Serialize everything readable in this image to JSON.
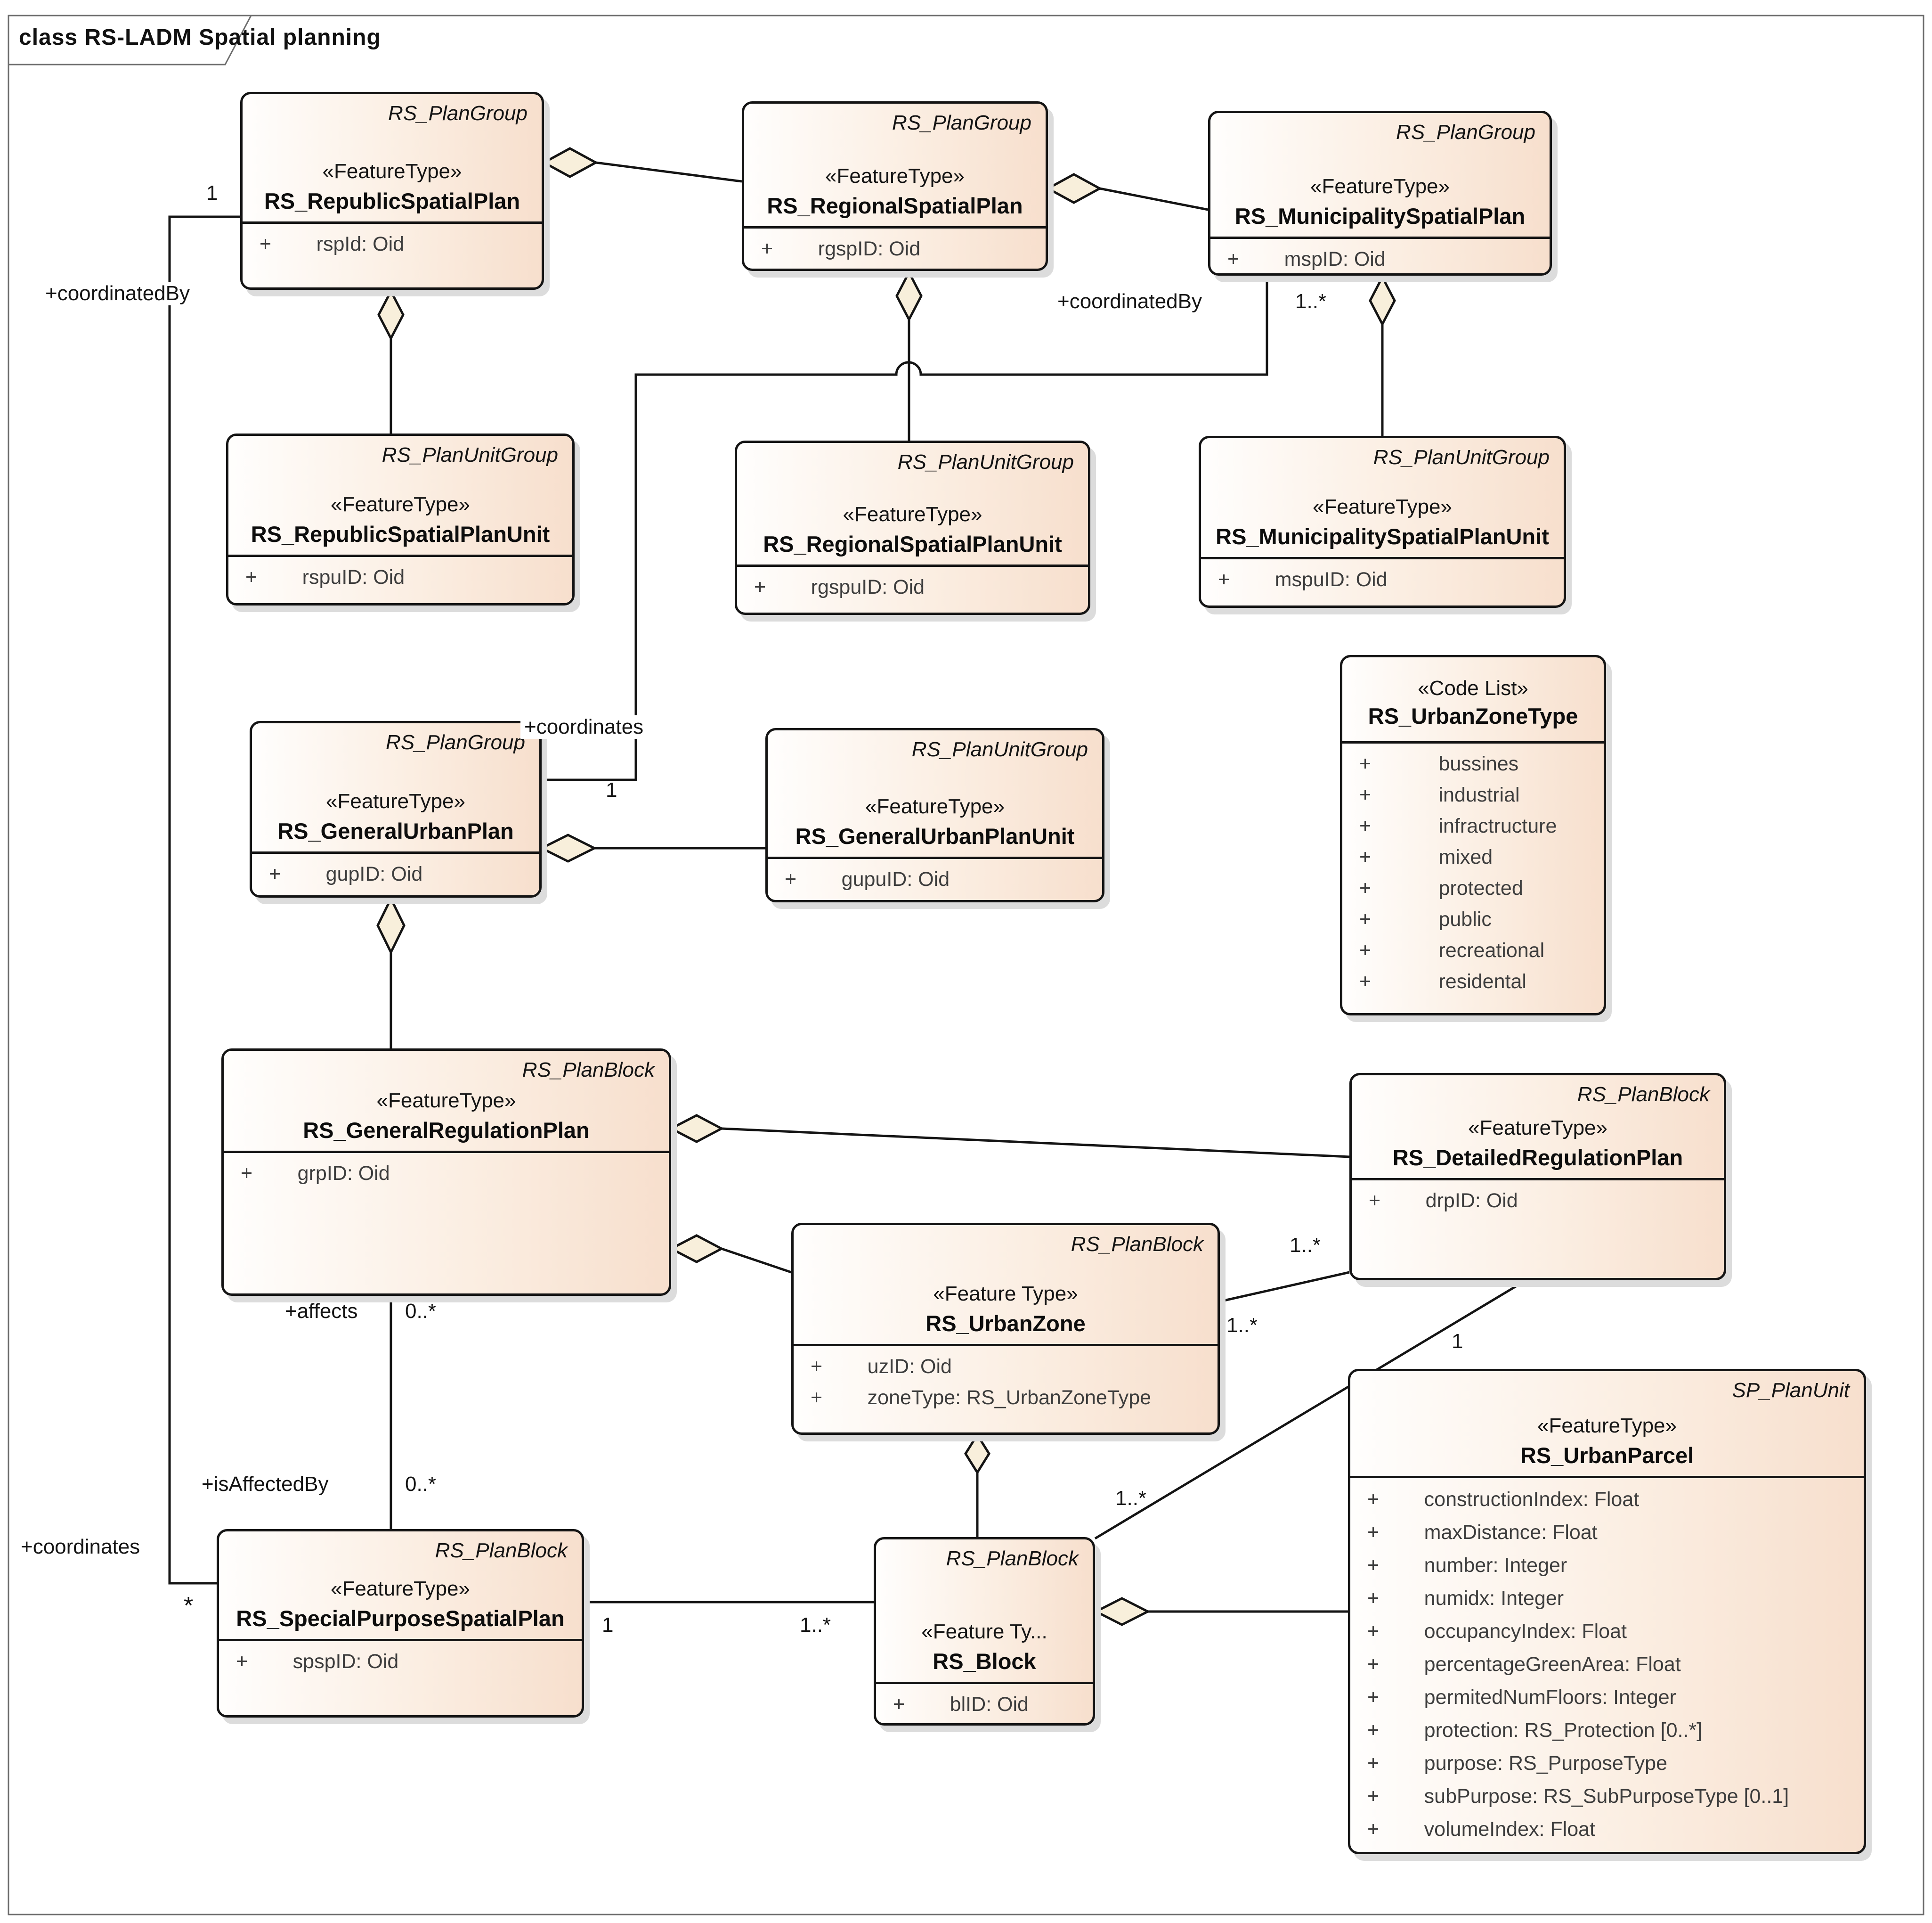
{
  "frame": {
    "title": "class RS-LADM Spatial planning"
  },
  "classes": [
    {
      "tagline": "RS_PlanGroup",
      "stereotype": "«FeatureType»",
      "name": "RS_RepublicSpatialPlan",
      "attributes": [
        "+        rspId: Oid"
      ]
    },
    {
      "tagline": "RS_PlanGroup",
      "stereotype": "«FeatureType»",
      "name": "RS_RegionalSpatialPlan",
      "attributes": [
        "+        rgspID: Oid"
      ]
    },
    {
      "tagline": "RS_PlanGroup",
      "stereotype": "«FeatureType»",
      "name": "RS_MunicipalitySpatialPlan",
      "attributes": [
        "+        mspID: Oid"
      ]
    },
    {
      "tagline": "RS_PlanUnitGroup",
      "stereotype": "«FeatureType»",
      "name": "RS_RepublicSpatialPlanUnit",
      "attributes": [
        "+        rspuID: Oid"
      ]
    },
    {
      "tagline": "RS_PlanUnitGroup",
      "stereotype": "«FeatureType»",
      "name": "RS_RegionalSpatialPlanUnit",
      "attributes": [
        "+        rgspuID: Oid"
      ]
    },
    {
      "tagline": "RS_PlanUnitGroup",
      "stereotype": "«FeatureType»",
      "name": "RS_MunicipalitySpatialPlanUnit",
      "attributes": [
        "+        mspuID: Oid"
      ]
    },
    {
      "stereotype": "«Code List»",
      "name": "RS_UrbanZoneType",
      "attributes": [
        "+            bussines",
        "+            industrial",
        "+            infractructure",
        "+            mixed",
        "+            protected",
        "+            public",
        "+            recreational",
        "+            residental"
      ]
    },
    {
      "tagline": "RS_PlanGroup",
      "stereotype": "«FeatureType»",
      "name": "RS_GeneralUrbanPlan",
      "attributes": [
        "+        gupID: Oid"
      ]
    },
    {
      "tagline": "RS_PlanUnitGroup",
      "stereotype": "«FeatureType»",
      "name": "RS_GeneralUrbanPlanUnit",
      "attributes": [
        "+        gupuID: Oid"
      ]
    },
    {
      "tagline": "RS_PlanBlock",
      "stereotype": "«FeatureType»",
      "name": "RS_GeneralRegulationPlan",
      "attributes": [
        "+        grpID: Oid"
      ]
    },
    {
      "tagline": "RS_PlanBlock",
      "stereotype": "«FeatureType»",
      "name": "RS_DetailedRegulationPlan",
      "attributes": [
        "+        drpID: Oid"
      ]
    },
    {
      "tagline": "RS_PlanBlock",
      "stereotype": "«Feature Type»",
      "name": "RS_UrbanZone",
      "attributes": [
        "+        uzID: Oid",
        "+        zoneType: RS_UrbanZoneType"
      ]
    },
    {
      "tagline": "SP_PlanUnit",
      "stereotype": "«FeatureType»",
      "name": "RS_UrbanParcel",
      "attributes": [
        "+        constructionIndex: Float",
        "+        maxDistance: Float",
        "+        number: Integer",
        "+        numidx: Integer",
        "+        occupancyIndex: Float",
        "+        percentageGreenArea: Float",
        "+        permitedNumFloors: Integer",
        "+        protection: RS_Protection [0..*]",
        "+        purpose: RS_PurposeType",
        "+        subPurpose: RS_SubPurposeType [0..1]",
        "+        volumeIndex: Float"
      ]
    },
    {
      "tagline": "RS_PlanBlock",
      "stereotype": "«FeatureType»",
      "name": "RS_SpecialPurposeSpatialPlan",
      "attributes": [
        "+        spspID: Oid"
      ]
    },
    {
      "tagline": "RS_PlanBlock",
      "stereotype": "«Feature Ty...",
      "name": "RS_Block",
      "attributes": [
        "+        blID: Oid"
      ]
    }
  ],
  "labels": [
    {
      "text": "+coordinatedBy"
    },
    {
      "text": "1"
    },
    {
      "text": "+coordinatedBy"
    },
    {
      "text": "1..*"
    },
    {
      "text": "+coordinates"
    },
    {
      "text": "1"
    },
    {
      "text": "+affects"
    },
    {
      "text": "0..*"
    },
    {
      "text": "+isAffectedBy"
    },
    {
      "text": "0..*"
    },
    {
      "text": "+coordinates"
    },
    {
      "text": "*"
    },
    {
      "text": "1"
    },
    {
      "text": "1..*"
    },
    {
      "text": "1..*"
    },
    {
      "text": "1..*"
    },
    {
      "text": "1"
    },
    {
      "text": "1..*"
    }
  ]
}
